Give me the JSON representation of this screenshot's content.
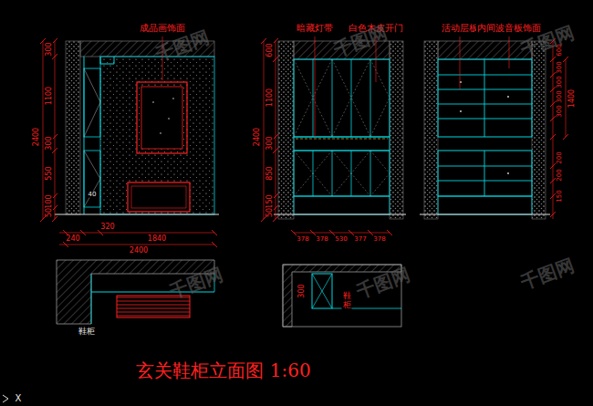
{
  "diagram": {
    "title": "玄关鞋柜立面图 1:60",
    "labels": [
      "成品画饰面",
      "暗藏灯带",
      "白色木皮开门",
      "活动层板",
      "内间波音板饰面",
      "2400",
      "300",
      "1100",
      "300",
      "550",
      "100",
      "50",
      "40",
      "240",
      "320",
      "1840",
      "2400",
      "2400",
      "600",
      "1100",
      "300",
      "850",
      "150",
      "50",
      "378",
      "378",
      "530",
      "377",
      "378",
      "600",
      "300",
      "300",
      "300",
      "300",
      "200",
      "200",
      "150",
      "1400",
      "鞋柜",
      "300",
      "鞋柜",
      "X",
      "千图网",
      "千图网",
      "千图网",
      "千图网",
      "千图网",
      "千图网"
    ]
  }
}
